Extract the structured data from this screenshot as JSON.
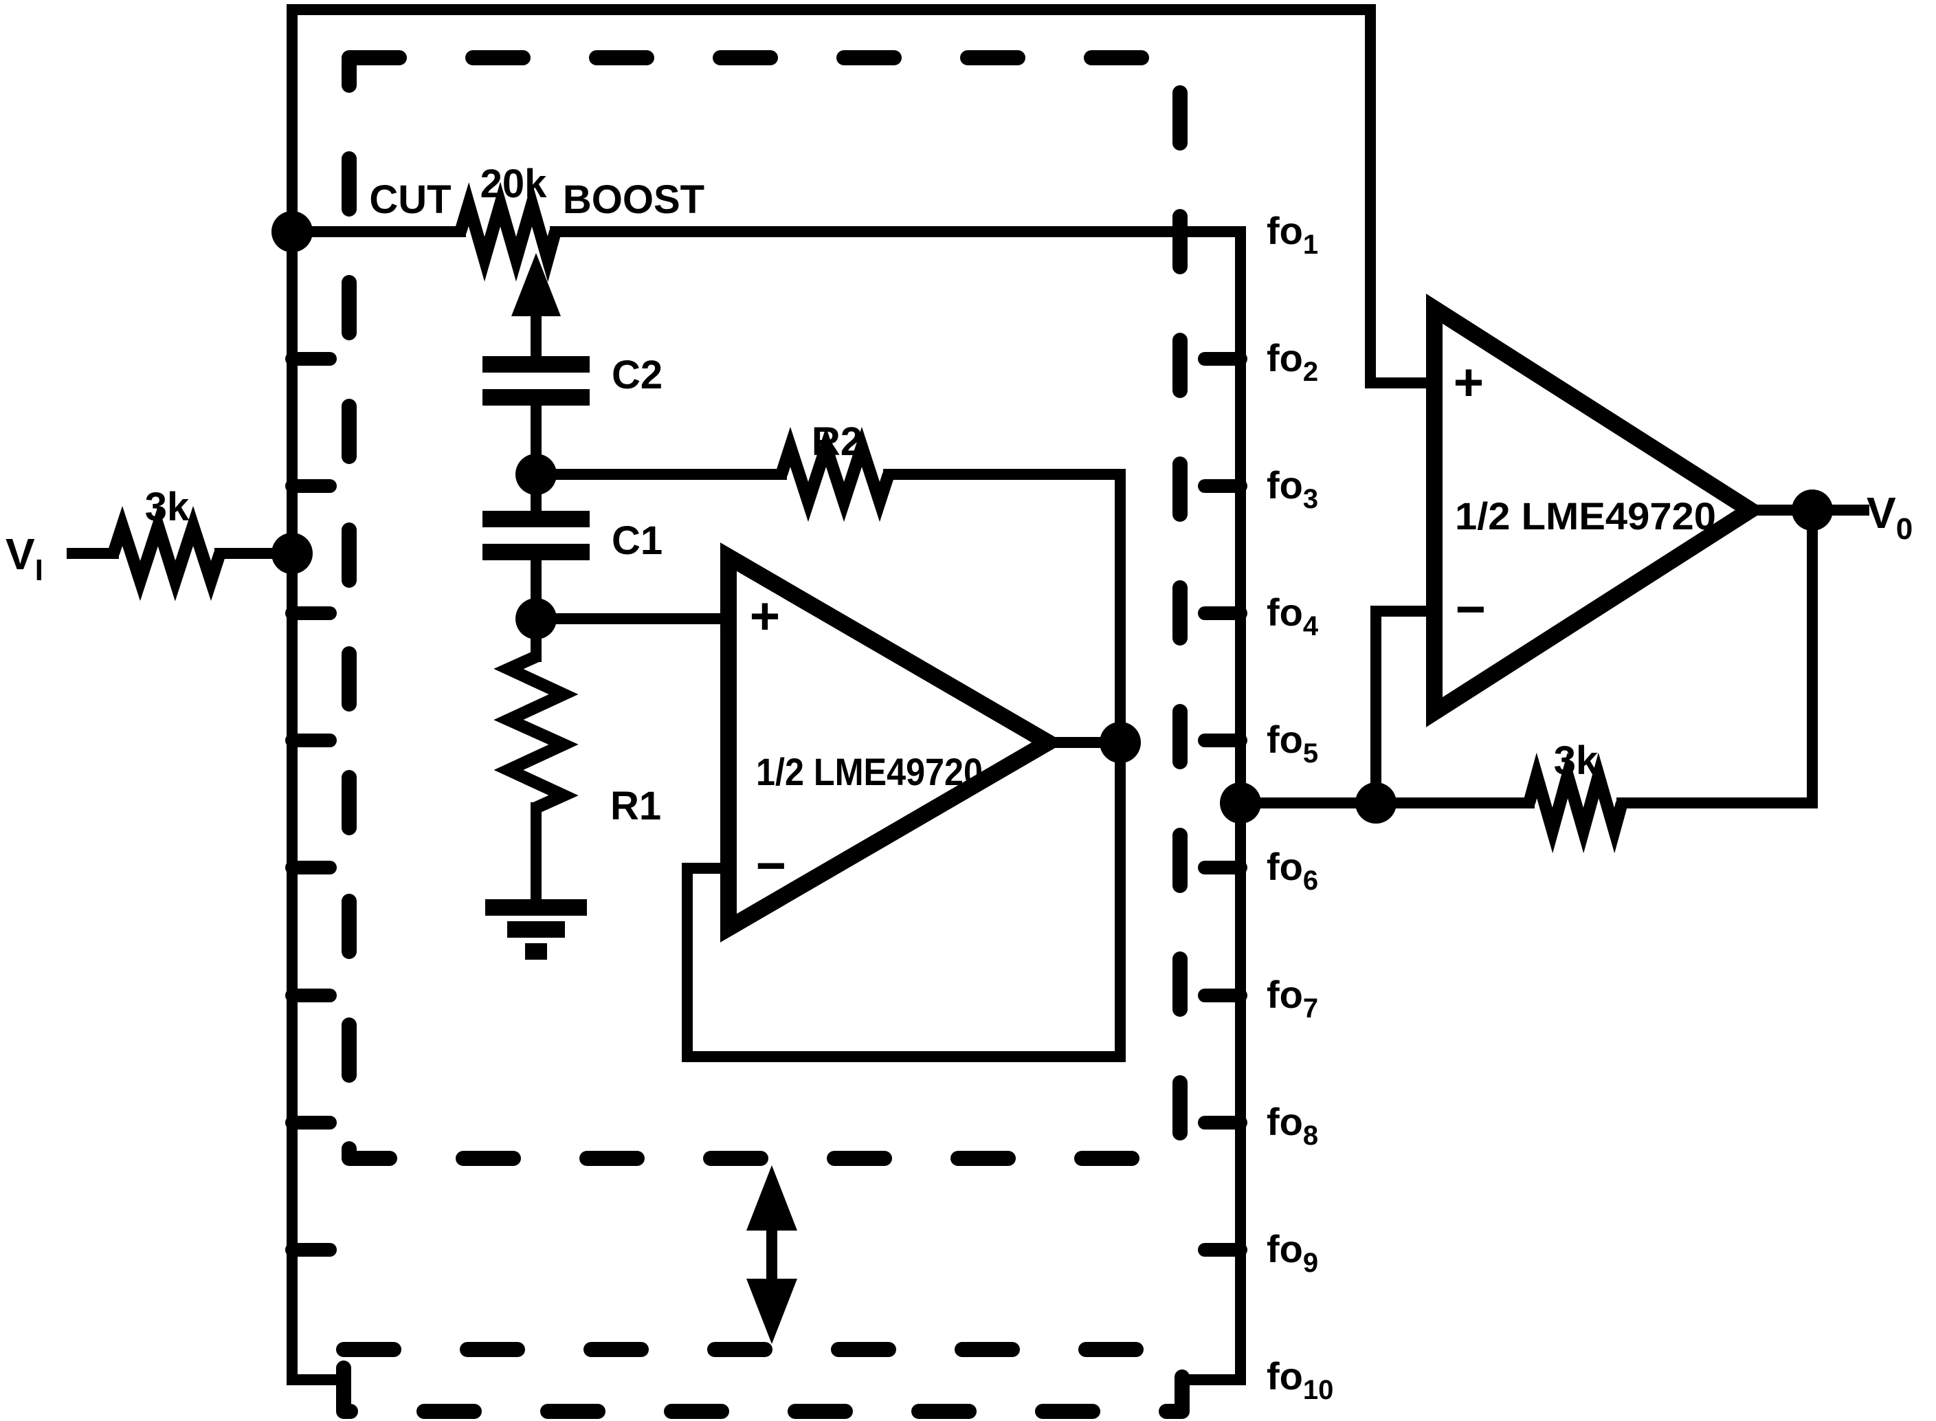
{
  "colors": {
    "ink": "#000000",
    "paper": "#ffffff"
  },
  "input": {
    "source_label": {
      "base": "V",
      "sub": "I"
    },
    "resistor_value": "3k"
  },
  "potentiometer": {
    "cut_label": "CUT",
    "value": "20k",
    "boost_label": "BOOST"
  },
  "section": {
    "c2": "C2",
    "r2": "R2",
    "c1": "C1",
    "r1": "R1",
    "opamp": {
      "name": "1/2 LME49720",
      "plus": "+",
      "minus": "−"
    }
  },
  "output_stage": {
    "opamp": {
      "name": "1/2 LME49720",
      "plus": "+",
      "minus": "−"
    },
    "feedback_resistor_value": "3k",
    "output_label": {
      "base": "V",
      "sub": "0"
    }
  },
  "fo_rail": {
    "labels": [
      {
        "base": "fo",
        "sub": "1"
      },
      {
        "base": "fo",
        "sub": "2"
      },
      {
        "base": "fo",
        "sub": "3"
      },
      {
        "base": "fo",
        "sub": "4"
      },
      {
        "base": "fo",
        "sub": "5"
      },
      {
        "base": "fo",
        "sub": "6"
      },
      {
        "base": "fo",
        "sub": "7"
      },
      {
        "base": "fo",
        "sub": "8"
      },
      {
        "base": "fo",
        "sub": "9"
      },
      {
        "base": "fo",
        "sub": "10"
      }
    ]
  }
}
